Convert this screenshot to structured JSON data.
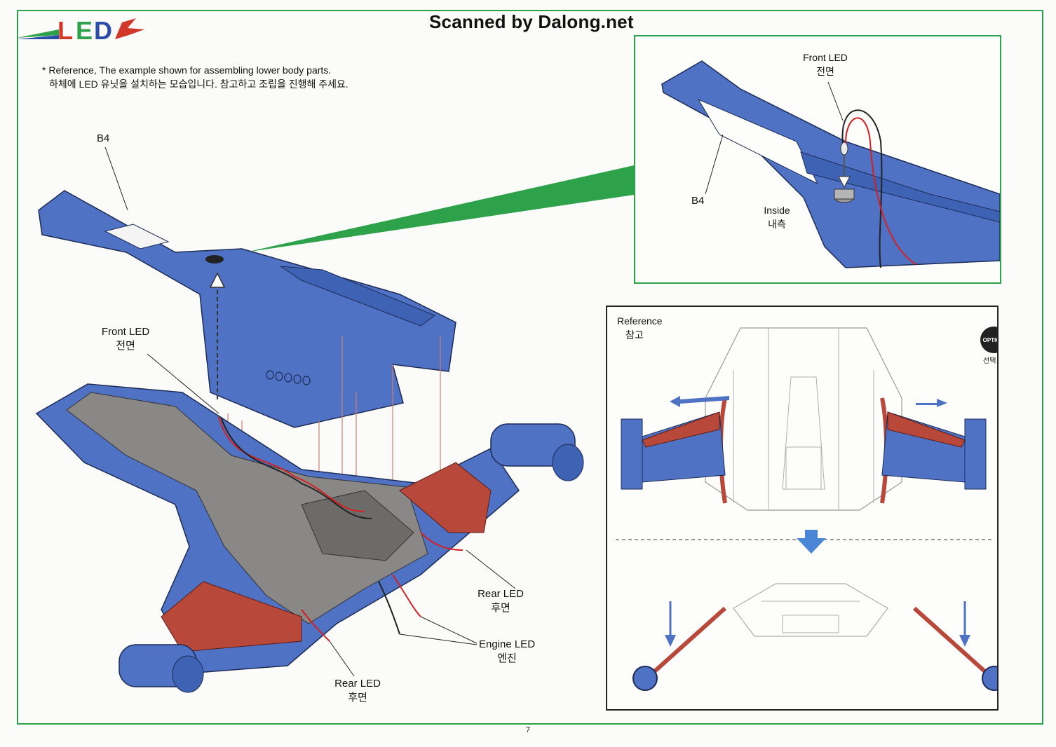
{
  "header": {
    "logo_text": "LED",
    "scan_credit": "Scanned by Dalong.net"
  },
  "reference_note": {
    "line_en": "* Reference, The example shown for assembling lower body parts.",
    "line_ko": "하체에 LED 유닛을 설치하는 모습입니다. 참고하고 조립을 진행해 주세요."
  },
  "main_diagram": {
    "part_b4": "B4",
    "front_led_en": "Front LED",
    "front_led_ko": "전면",
    "rear_led_right_en": "Rear LED",
    "rear_led_right_ko": "후면",
    "engine_led_en": "Engine LED",
    "engine_led_ko": "엔진",
    "rear_led_bottom_en": "Rear LED",
    "rear_led_bottom_ko": "후면"
  },
  "inset": {
    "front_led_en": "Front LED",
    "front_led_ko": "전면",
    "part_b4": "B4",
    "inside_en": "Inside",
    "inside_ko": "내측"
  },
  "reference_box": {
    "title_en": "Reference",
    "title_ko": "참고",
    "option_badge": "OPTION",
    "option_ko": "선택"
  },
  "footer": {
    "page_number": "7"
  },
  "colors": {
    "frame_green": "#2ea24a",
    "part_blue": "#4f72c4",
    "part_red": "#b8483a",
    "part_gray": "#8a8886",
    "wire_red": "#d42020",
    "logo_red": "#d2382a",
    "logo_blue": "#2b4fa8"
  }
}
